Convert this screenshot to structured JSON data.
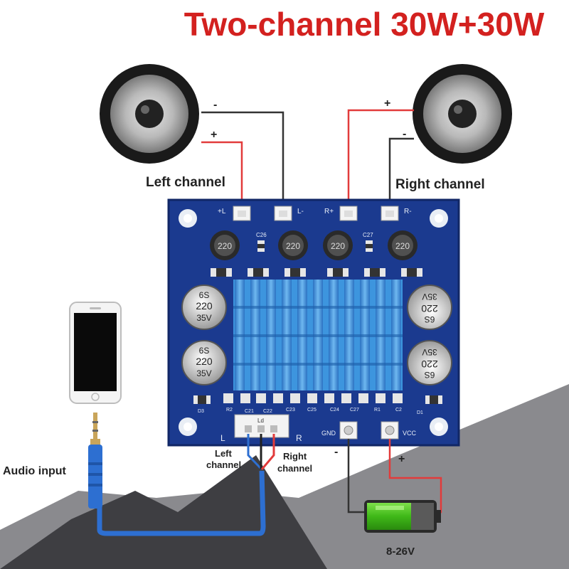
{
  "title": "Two-channel 30W+30W",
  "labels": {
    "left_channel": "Left channel",
    "right_channel": "Right channel",
    "audio_input": "Audio input",
    "left_channel_in": [
      "Left",
      "channel"
    ],
    "right_channel_in": [
      "Right",
      "channel"
    ],
    "voltage": "8-26V",
    "plus": "+",
    "minus": "-"
  },
  "board": {
    "terminals": [
      "+L",
      "L-",
      "R+",
      "R-"
    ],
    "inductor_text": "220",
    "capacitors": {
      "line1": "6S",
      "line2": "220",
      "line3": "35V"
    },
    "silkscreen": [
      "D3",
      "R2",
      "C21",
      "C22",
      "C23",
      "C25",
      "C24",
      "C27",
      "R1",
      "C2",
      "D1",
      "Ld",
      "L",
      "R",
      "GND",
      "VCC",
      "C26",
      "C27"
    ]
  },
  "colors": {
    "title": "#d3211f",
    "board": "#1b3a8f",
    "heatsink": "#3d95de",
    "wire_red": "#e23b3b",
    "wire_black": "#333333",
    "cable_blue": "#2d6fd1",
    "battery_green": "#4bcf1f"
  },
  "icons": [
    "speaker-icon",
    "smartphone-icon",
    "audio-jack-icon",
    "battery-icon"
  ]
}
